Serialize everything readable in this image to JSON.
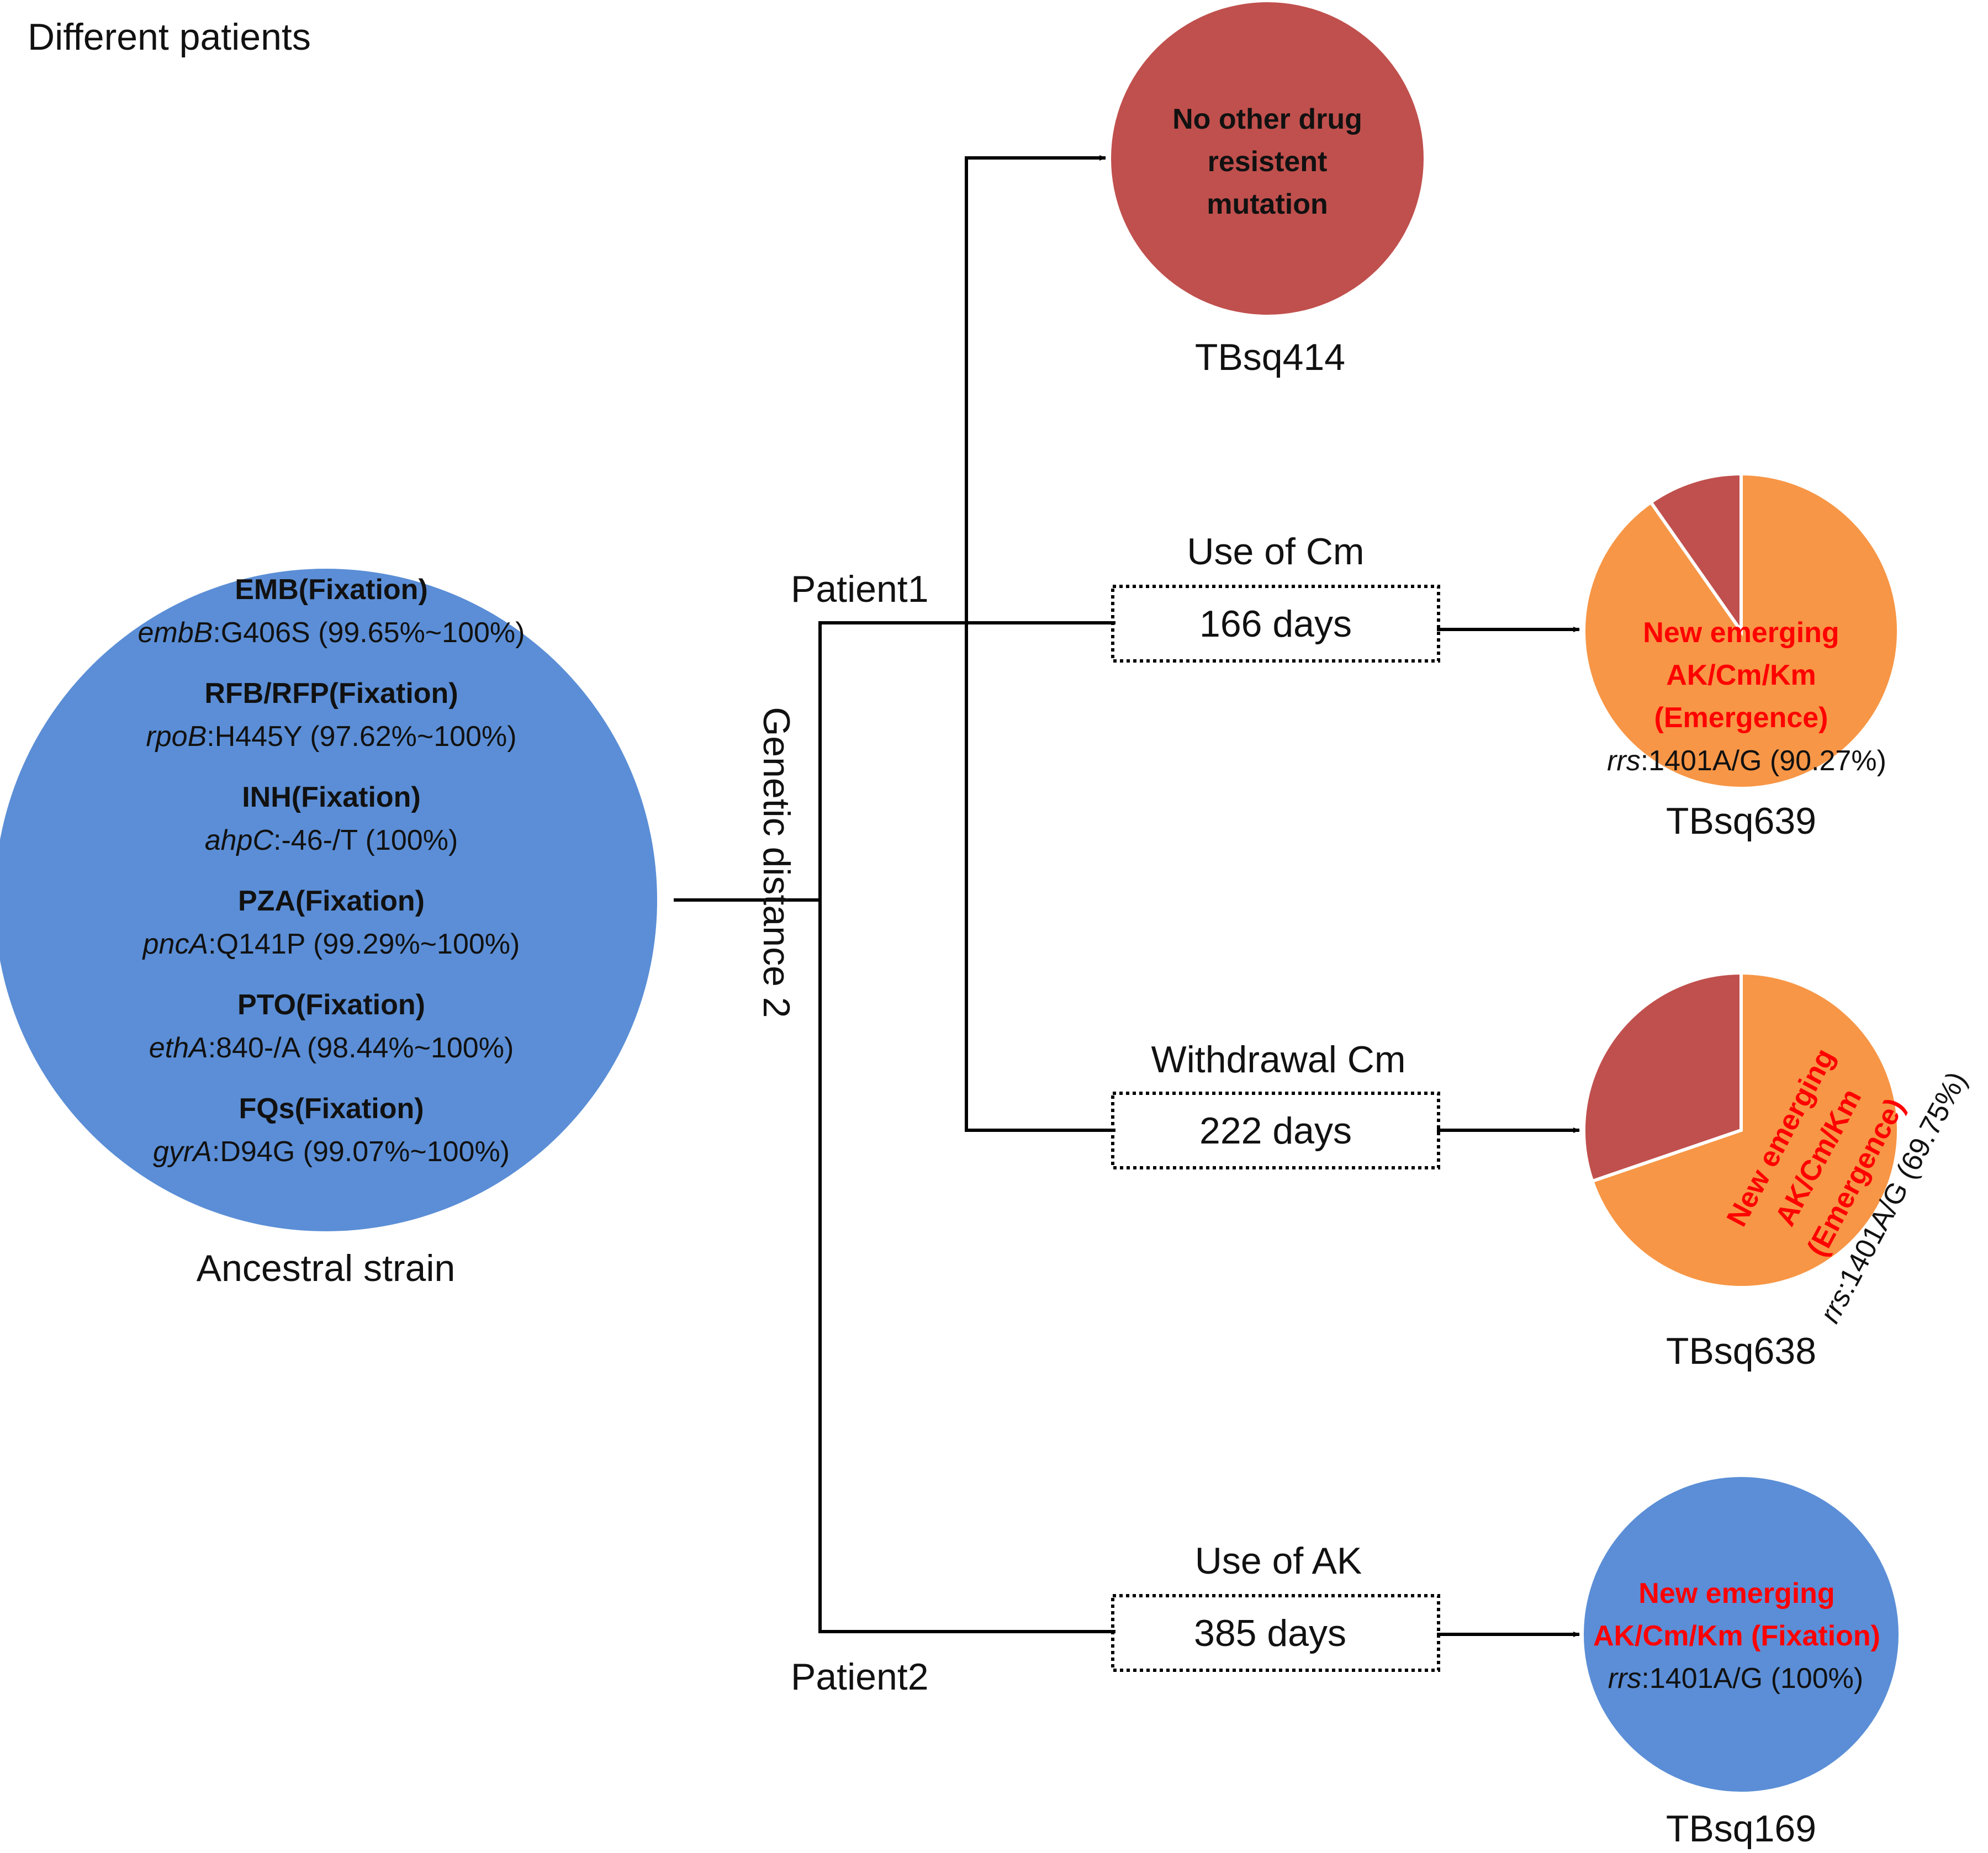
{
  "header": "Different patients",
  "colors": {
    "ancestral_blue": "#5b8ed6",
    "susceptible_red": "#c0504d",
    "emergence_orange": "#f79646",
    "highlight_text": "#ff0000",
    "text": "#111111",
    "line": "#000000"
  },
  "ancestral": {
    "caption": "Ancestral strain",
    "mutations": [
      {
        "drug": "EMB(Fixation)",
        "gene": "embB",
        "detail": ":G406S (99.65%~100%)"
      },
      {
        "drug": "RFB/RFP(Fixation)",
        "gene": "rpoB",
        "detail": ":H445Y (97.62%~100%)"
      },
      {
        "drug": "INH(Fixation)",
        "gene": "ahpC",
        "detail": ":-46-/T (100%)"
      },
      {
        "drug": "PZA(Fixation)",
        "gene": "pncA",
        "detail": ":Q141P (99.29%~100%)"
      },
      {
        "drug": "PTO(Fixation)",
        "gene": "ethA",
        "detail": ":840-/A (98.44%~100%)"
      },
      {
        "drug": "FQs(Fixation)",
        "gene": "gyrA",
        "detail": ":D94G (99.07%~100%)"
      }
    ]
  },
  "genetic_distance_label": "Genetic distance 2",
  "patients": {
    "p1": "Patient1",
    "p2": "Patient2"
  },
  "tbsq414": {
    "caption": "TBsq414",
    "lines": [
      "No other drug",
      "resistent",
      "mutation"
    ]
  },
  "tbsq639": {
    "treatment": "Use of Cm",
    "days": "166 days",
    "caption": "TBsq639",
    "lines": [
      "New emerging",
      "AK/Cm/Km",
      "(Emergence)"
    ],
    "gene": "rrs",
    "detail": ":1401A/G (90.27%)",
    "mutant_fraction": 0.9027
  },
  "tbsq638": {
    "treatment": "Withdrawal Cm",
    "days": "222 days",
    "caption": "TBsq638",
    "lines": [
      "New emerging",
      "AK/Cm/Km",
      "(Emergence)"
    ],
    "gene": "rrs",
    "detail": ":1401A/G (69.75%)",
    "mutant_fraction": 0.6975
  },
  "tbsq169": {
    "treatment": "Use of AK",
    "days": "385 days",
    "caption": "TBsq169",
    "lines": [
      "New emerging",
      "AK/Cm/Km (Fixation)"
    ],
    "gene": "rrs",
    "detail": ":1401A/G (100%)"
  }
}
